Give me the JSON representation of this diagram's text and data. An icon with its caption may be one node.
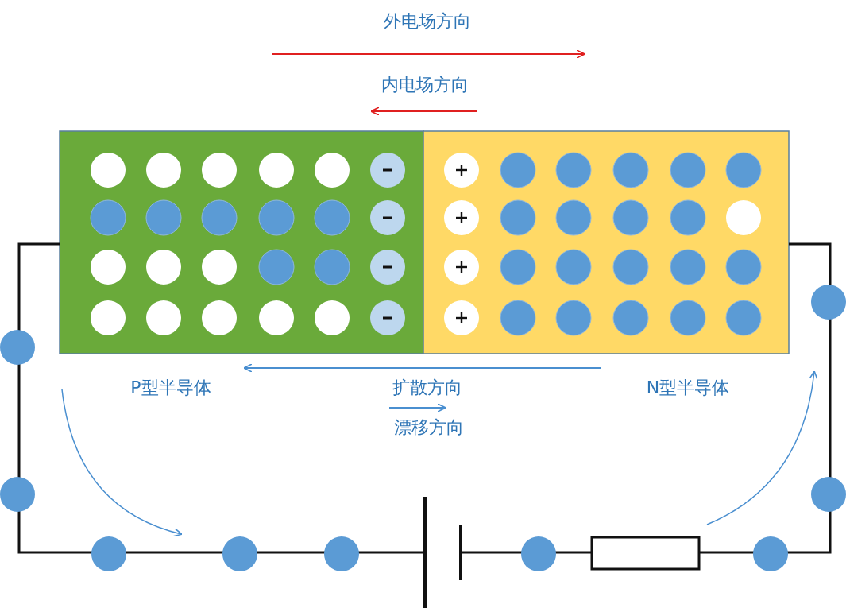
{
  "diagram": {
    "labels": [
      "外电场方向",
      "内电场方向",
      "P型半导体",
      "扩散方向",
      "N型半导体",
      "漂移方向"
    ]
  }
}
